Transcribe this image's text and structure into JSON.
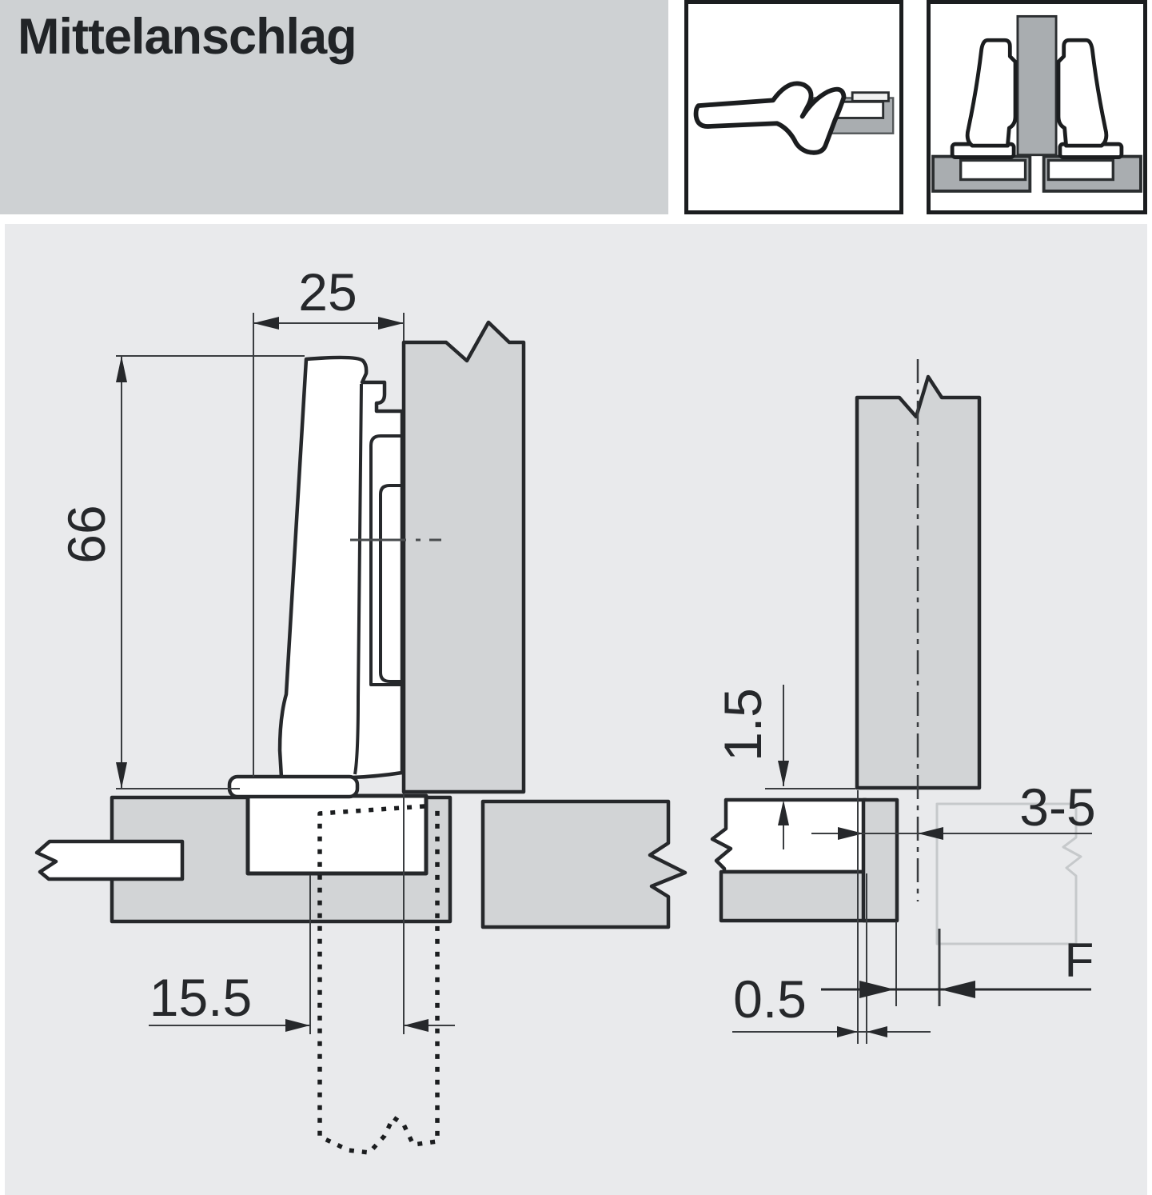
{
  "page": {
    "title": "Mittelanschlag"
  },
  "legend": {
    "icon1": "hinge-side-section-icon",
    "icon2": "twin-hinges-middle-panel-icon"
  },
  "drawing_left": {
    "overarm_width_mm": "25",
    "hinge_height_mm": "66",
    "drilling_distance_mm": "15.5"
  },
  "drawing_right": {
    "plate_gap_mm": "1.5",
    "panel_distance_mm": "3-5",
    "reveal_mm": "0.5",
    "gap_label": "F"
  },
  "colors": {
    "banner_bg": "#ced1d3",
    "canvas_bg": "#e9eaec",
    "panel_fill": "#d2d4d6",
    "icon_panel_fill": "#a9adb0",
    "line": "#26282b",
    "dim_line": "#3a3d40",
    "ghost_line": "#c6c9cb",
    "white": "#ffffff"
  }
}
